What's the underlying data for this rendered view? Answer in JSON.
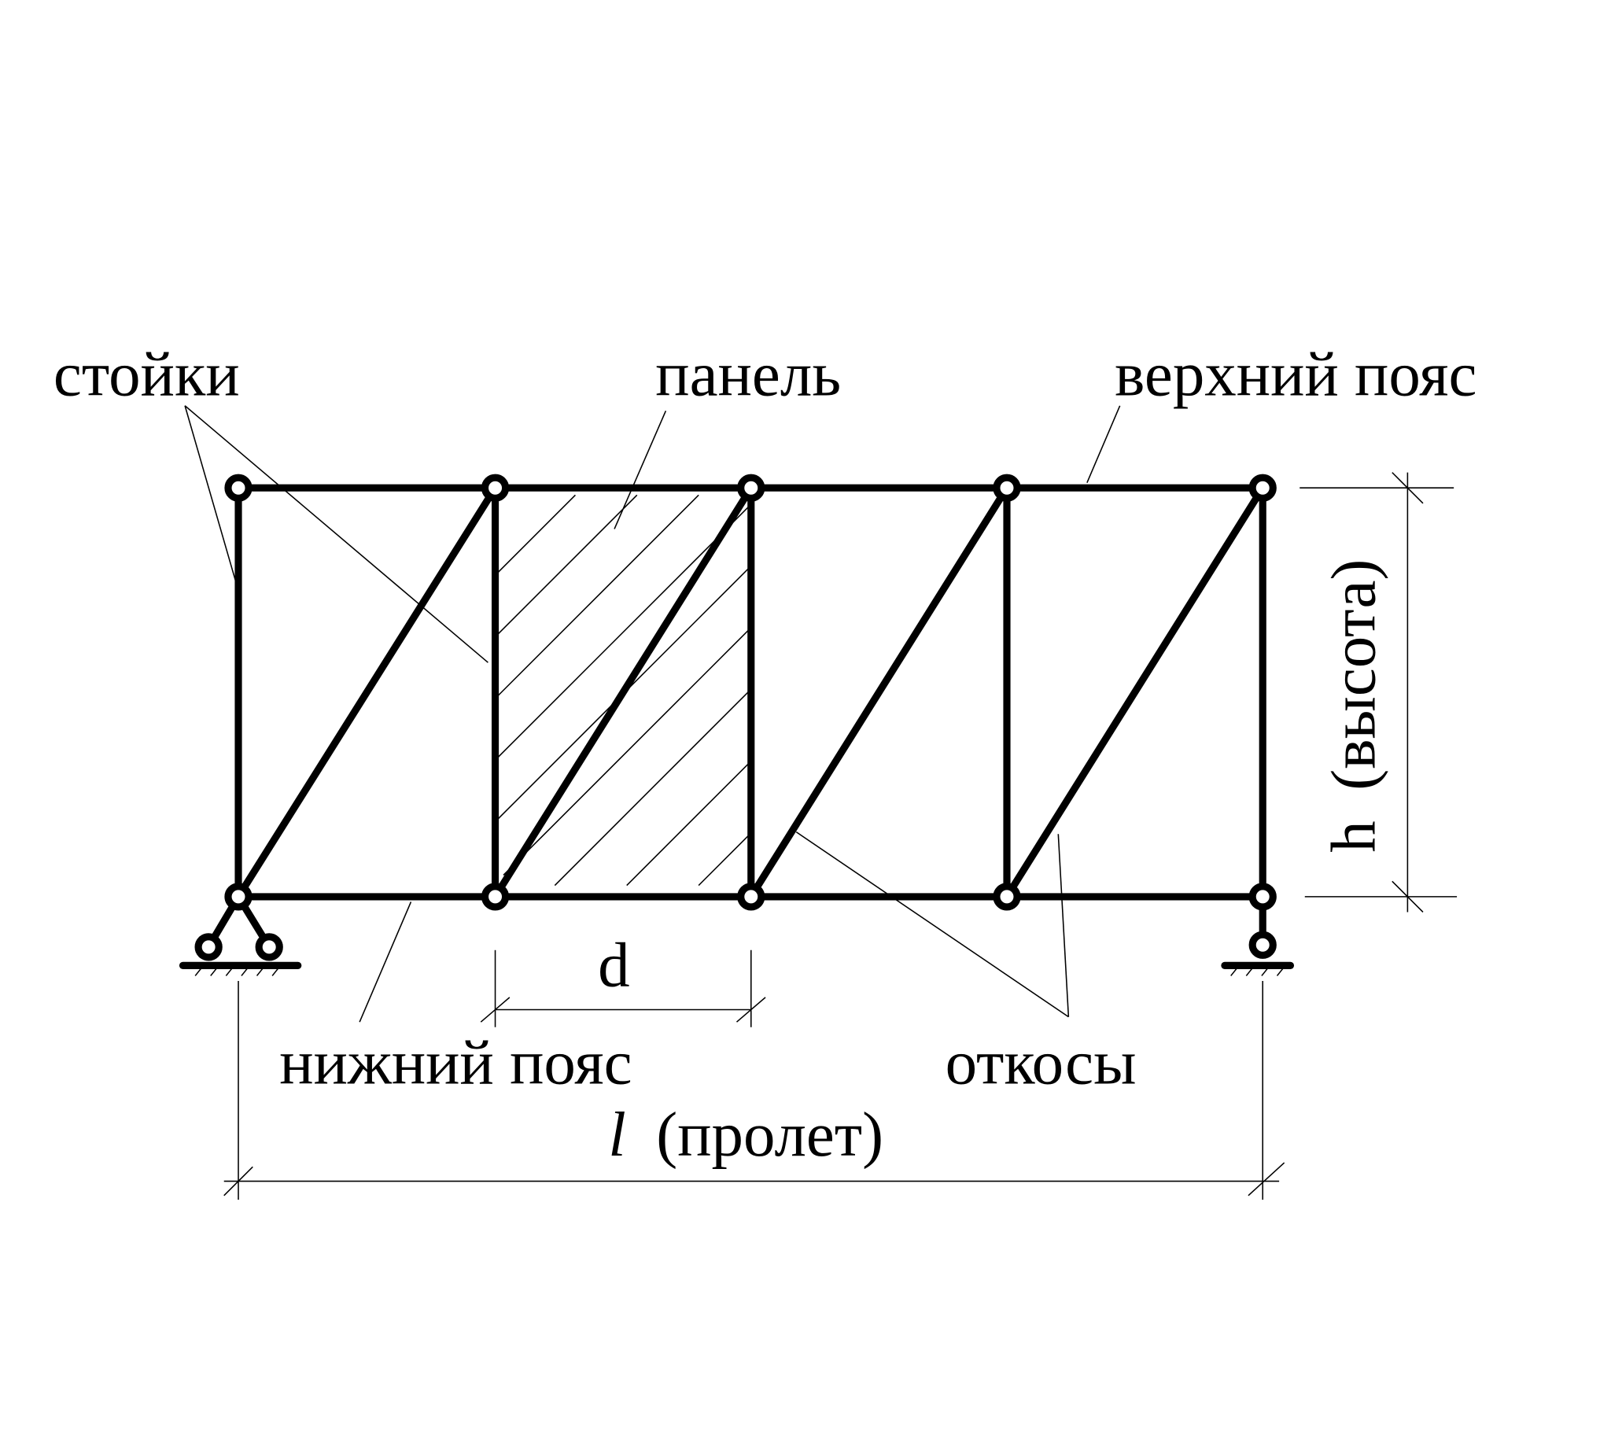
{
  "labels": {
    "posts": "стойки",
    "panel": "панель",
    "top_chord": "верхний пояс",
    "bottom_chord": "нижний пояс",
    "diagonals": "откосы",
    "panel_length": "d",
    "height_symbol": "h",
    "height_text": "(высота)",
    "span_symbol": "l",
    "span_text": "(пролет)"
  },
  "truss": {
    "panels": 4,
    "nodes_per_chord": 5
  }
}
